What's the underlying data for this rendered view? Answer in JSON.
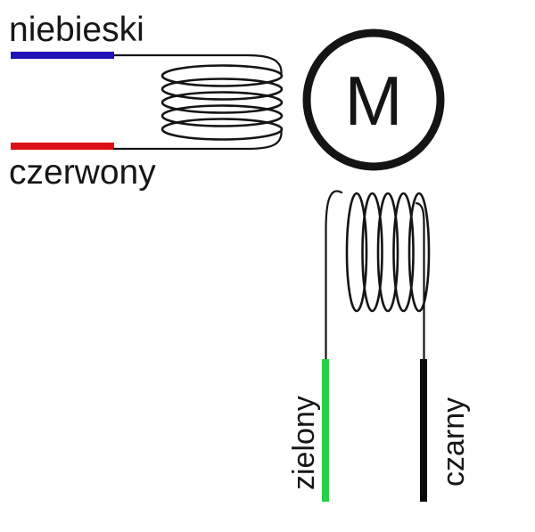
{
  "diagram": {
    "title_hint": "stepper motor winding diagram",
    "motor_symbol": "M",
    "line_color": "#141414",
    "wires": {
      "blue": {
        "label": "niebieski",
        "color": "#1d13b8"
      },
      "red": {
        "label": "czerwony",
        "color": "#dc1016"
      },
      "green": {
        "label": "zielony",
        "color": "#28d046"
      },
      "black": {
        "label": "czarny",
        "color": "#0b0b0b"
      }
    }
  }
}
